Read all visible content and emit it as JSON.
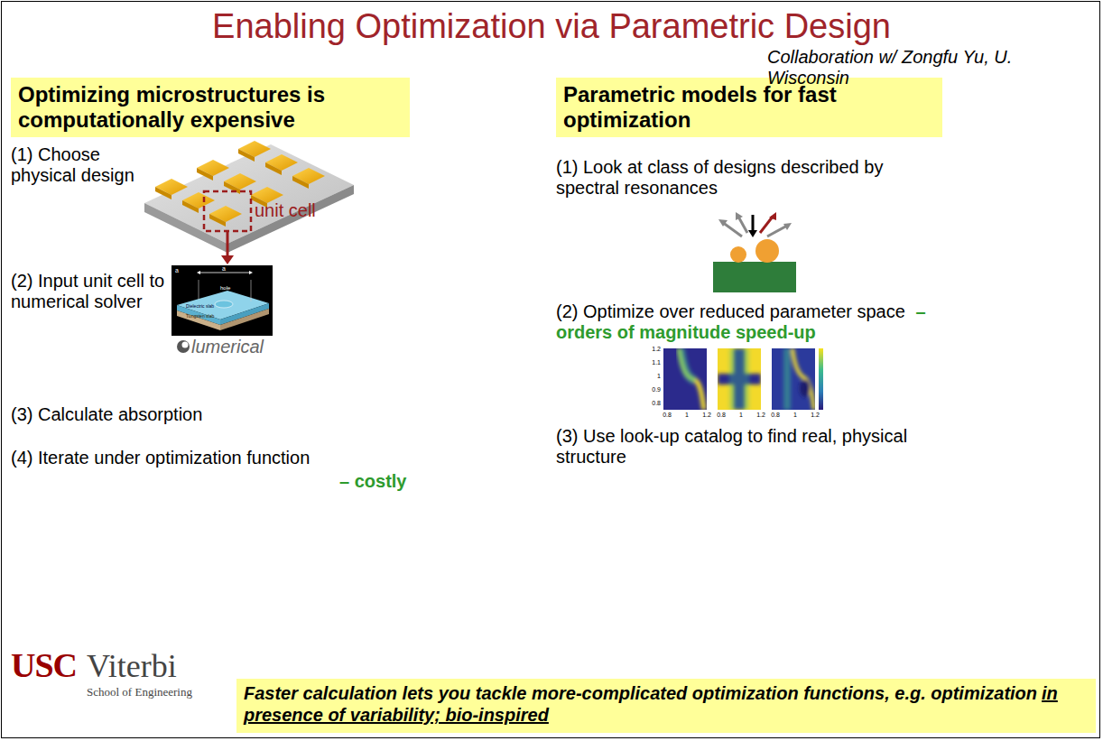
{
  "diagram": {
    "title": "Enabling Optimization via Parametric Design",
    "nodes": [
      {
        "text": [
          "Optimizing microstructures is computationally expensive"
        ]
      },
      {
        "text": [
          "Parametric models for fast optimization"
        ]
      },
      {
        "text": [
          "Faster calculation lets you tackle more-complicated optimization functions, e.g. optimization",
          "in presence of variability; bio-inspired"
        ]
      }
    ],
    "labels": [
      "Collaboration w/ Zongfu Yu, U. Wisconsin",
      "(1) Choose physical design",
      "unit cell",
      "a",
      "a",
      "hole",
      "Dielectric slab",
      "Tungsten slab",
      "(2) Input unit cell to numerical solver",
      "lumerical",
      "(3) Calculate absorption",
      "(4) Iterate under optimization function",
      "– costly",
      "(1) Look at class of designs described by spectral resonances",
      "(2) Optimize over reduced parameter space",
      "– orders of magnitude speed-up",
      "1.2",
      "1.1",
      "1",
      "0.9",
      "0.8",
      "0.8",
      "1",
      "1.2",
      "0.8",
      "1",
      "1.2",
      "0.8",
      "1",
      "1.2",
      "(3) Use look-up catalog to find real, physical structure",
      "USC",
      "Viterbi",
      "School of Engineering"
    ]
  }
}
